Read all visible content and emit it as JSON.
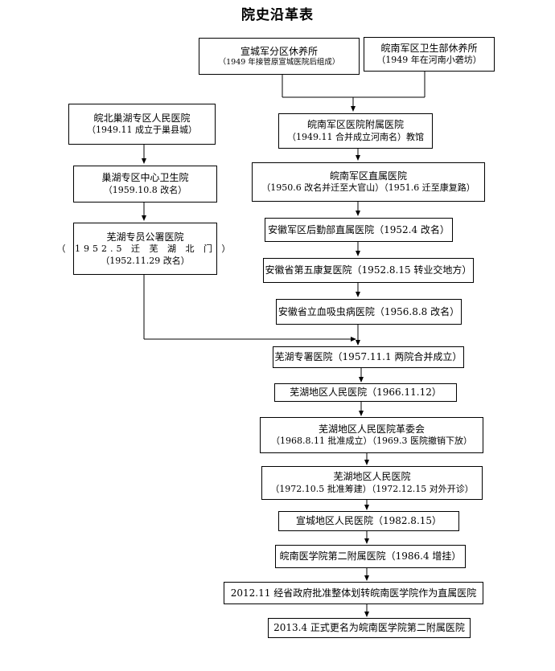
{
  "title": "院史沿革表",
  "nodes": {
    "xuancheng": {
      "line1": "宣城军分区休养所",
      "line2": "（1949 年接管原宣城医院后组成）"
    },
    "wannan_rest": {
      "line1": "皖南军区卫生部休养所",
      "line2": "（1949 年在河南小砻坊）"
    },
    "wanbei": {
      "line1": "皖北巢湖专区人民医院",
      "line2": "（1949.11 成立于巢县城）"
    },
    "wannan_affil": {
      "line1": "皖南军区医院附属医院",
      "line2": "（1949.11 合并成立河南名）教馆"
    },
    "chaohu_health": {
      "line1": "巢湖专区中心卫生院",
      "line2": "（1959.10.8 改名）"
    },
    "wannan_direct": {
      "line1": "皖南军区直属医院",
      "line2": "（1950.6 改名并迁至大官山）（1951.6 迁至康复路）"
    },
    "anhui_logistics": {
      "line1": "安徽军区后勤部直属医院（1952.4 改名）"
    },
    "wuhu_commission": {
      "line1": "芜湖专员公署医院",
      "line2": "（ 1952.5 迁 芜 湖 北 门 ）",
      "line3": "（1952.11.29 改名）"
    },
    "fifth_rehab": {
      "line1": "安徽省第五康复医院（1952.8.15 转业交地方）"
    },
    "schisto": {
      "line1": "安徽省立血吸虫病医院（1956.8.8 改名）"
    },
    "wuhu_prefecture": {
      "line1": "芜湖专署医院（1957.11.1 两院合并成立）"
    },
    "wuhu_people_1966": {
      "line1": "芜湖地区人民医院（1966.11.12）"
    },
    "revo": {
      "line1": "芜湖地区人民医院革委会",
      "line2": "（1968.8.11 批准成立）（1969.3 医院撤销下放）"
    },
    "wuhu_people_1972": {
      "line1": "芜湖地区人民医院",
      "line2": "（1972.10.5 批准筹建）（1972.12.15 对外开诊）"
    },
    "xuancheng_people": {
      "line1": "宣城地区人民医院（1982.8.15）"
    },
    "second_affil_1986": {
      "line1": "皖南医学院第二附属医院（1986.4 增挂）"
    },
    "transfer_2012": {
      "line1": "2012.11 经省政府批准整体划转皖南医学院作为直属医院"
    },
    "rename_2013": {
      "line1": "2013.4 正式更名为皖南医学院第二附属医院"
    }
  }
}
